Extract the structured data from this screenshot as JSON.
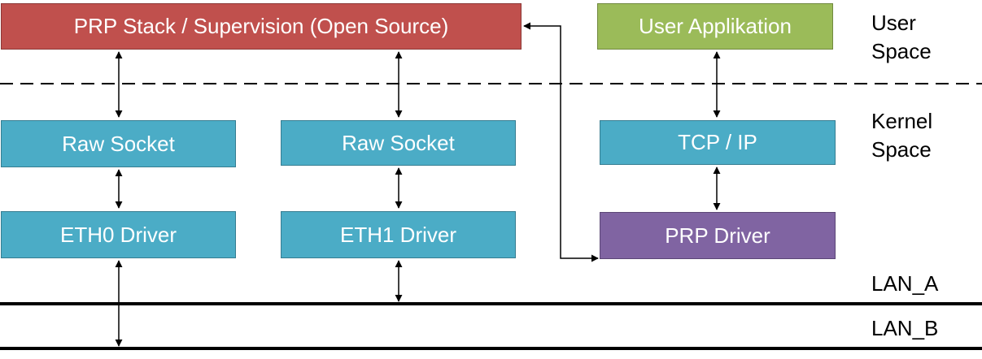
{
  "boxes": {
    "prp_stack": "PRP Stack / Supervision (Open Source)",
    "user_app": "User Applikation",
    "raw_socket_0": "Raw Socket",
    "raw_socket_1": "Raw Socket",
    "tcp_ip": "TCP / IP",
    "eth0_driver": "ETH0 Driver",
    "eth1_driver": "ETH1 Driver",
    "prp_driver": "PRP Driver"
  },
  "labels": {
    "user_space_1": "User",
    "user_space_2": "Space",
    "kernel_space_1": "Kernel",
    "kernel_space_2": "Space",
    "lan_a": "LAN_A",
    "lan_b": "LAN_B"
  },
  "colors": {
    "red": "#c0504d",
    "green": "#9bbb59",
    "teal": "#4bacc6",
    "purple": "#8064a2"
  }
}
